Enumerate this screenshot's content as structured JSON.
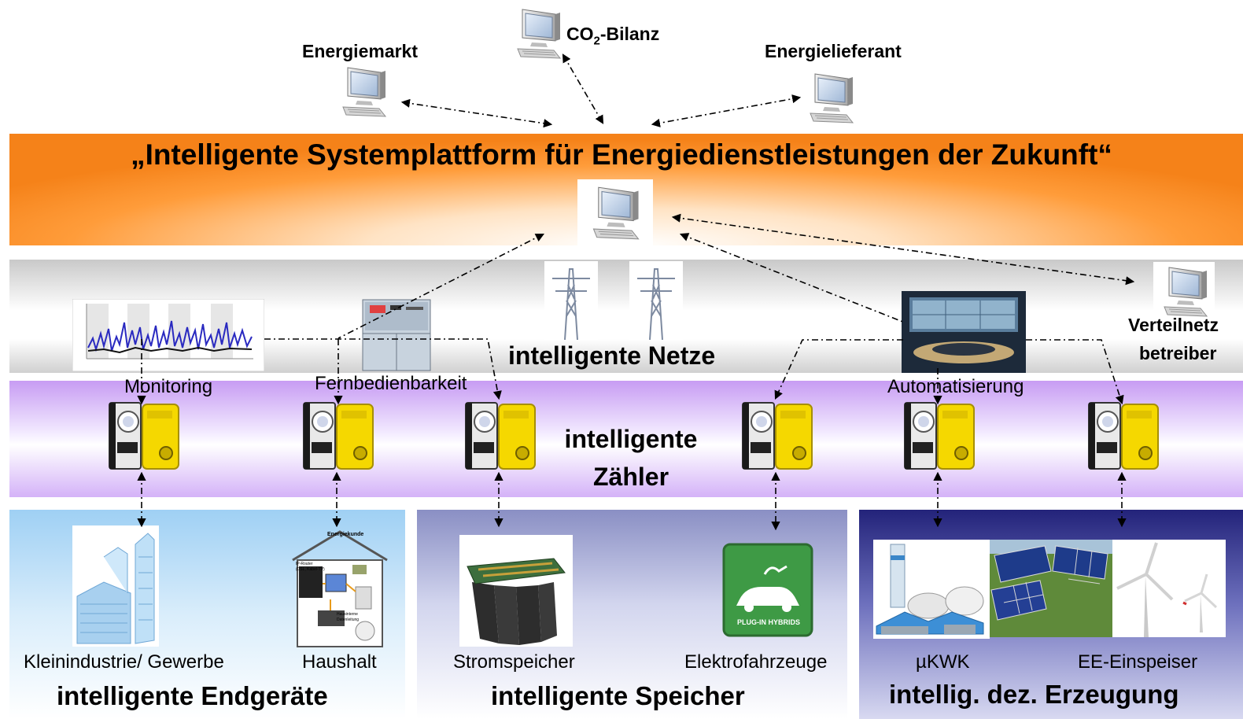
{
  "top": {
    "energiemarkt": "Energiemarkt",
    "co2_prefix": "CO",
    "co2_sub": "2",
    "co2_suffix": "-Bilanz",
    "energielieferant": "Energielieferant"
  },
  "platform": {
    "title": "„Intelligente Systemplattform für Energiedienstleistungen der Zukunft“"
  },
  "netze": {
    "title": "intelligente Netze",
    "verteilnetz_line1": "Verteilnetz",
    "verteilnetz_line2": "betreiber",
    "monitoring": "Monitoring",
    "fernbedienbarkeit": "Fernbedienbarkeit",
    "automatisierung": "Automatisierung"
  },
  "zaehler": {
    "title_line1": "intelligente",
    "title_line2": "Zähler"
  },
  "endgeraete": {
    "title": "intelligente Endgeräte",
    "kleinindustrie": "Kleinindustrie/ Gewerbe",
    "haushalt": "Haushalt",
    "house_label": "Energiekunde",
    "house_router": "IP-Router",
    "house_router2": "(DSL, Kabel-TV)",
    "house_daten": "Hausinterne",
    "house_daten2": "Datenleitung"
  },
  "speicher": {
    "title": "intelligente Speicher",
    "stromspeicher": "Stromspeicher",
    "elektrofahrzeuge": "Elektrofahrzeuge",
    "plugin_label": "PLUG-IN HYBRIDS"
  },
  "erzeugung": {
    "title": "intellig. dez. Erzeugung",
    "kwk": "µKWK",
    "ee": "EE-Einspeiser"
  },
  "colors": {
    "platform_orange": "#f58219",
    "zaehler_purple": "#c79cf3",
    "endgeraete_blue": "#9fd0f4",
    "speicher_blue": "#8a8fc4",
    "erzeugung_navy": "#23237a",
    "meter_yellow": "#f5d800"
  }
}
